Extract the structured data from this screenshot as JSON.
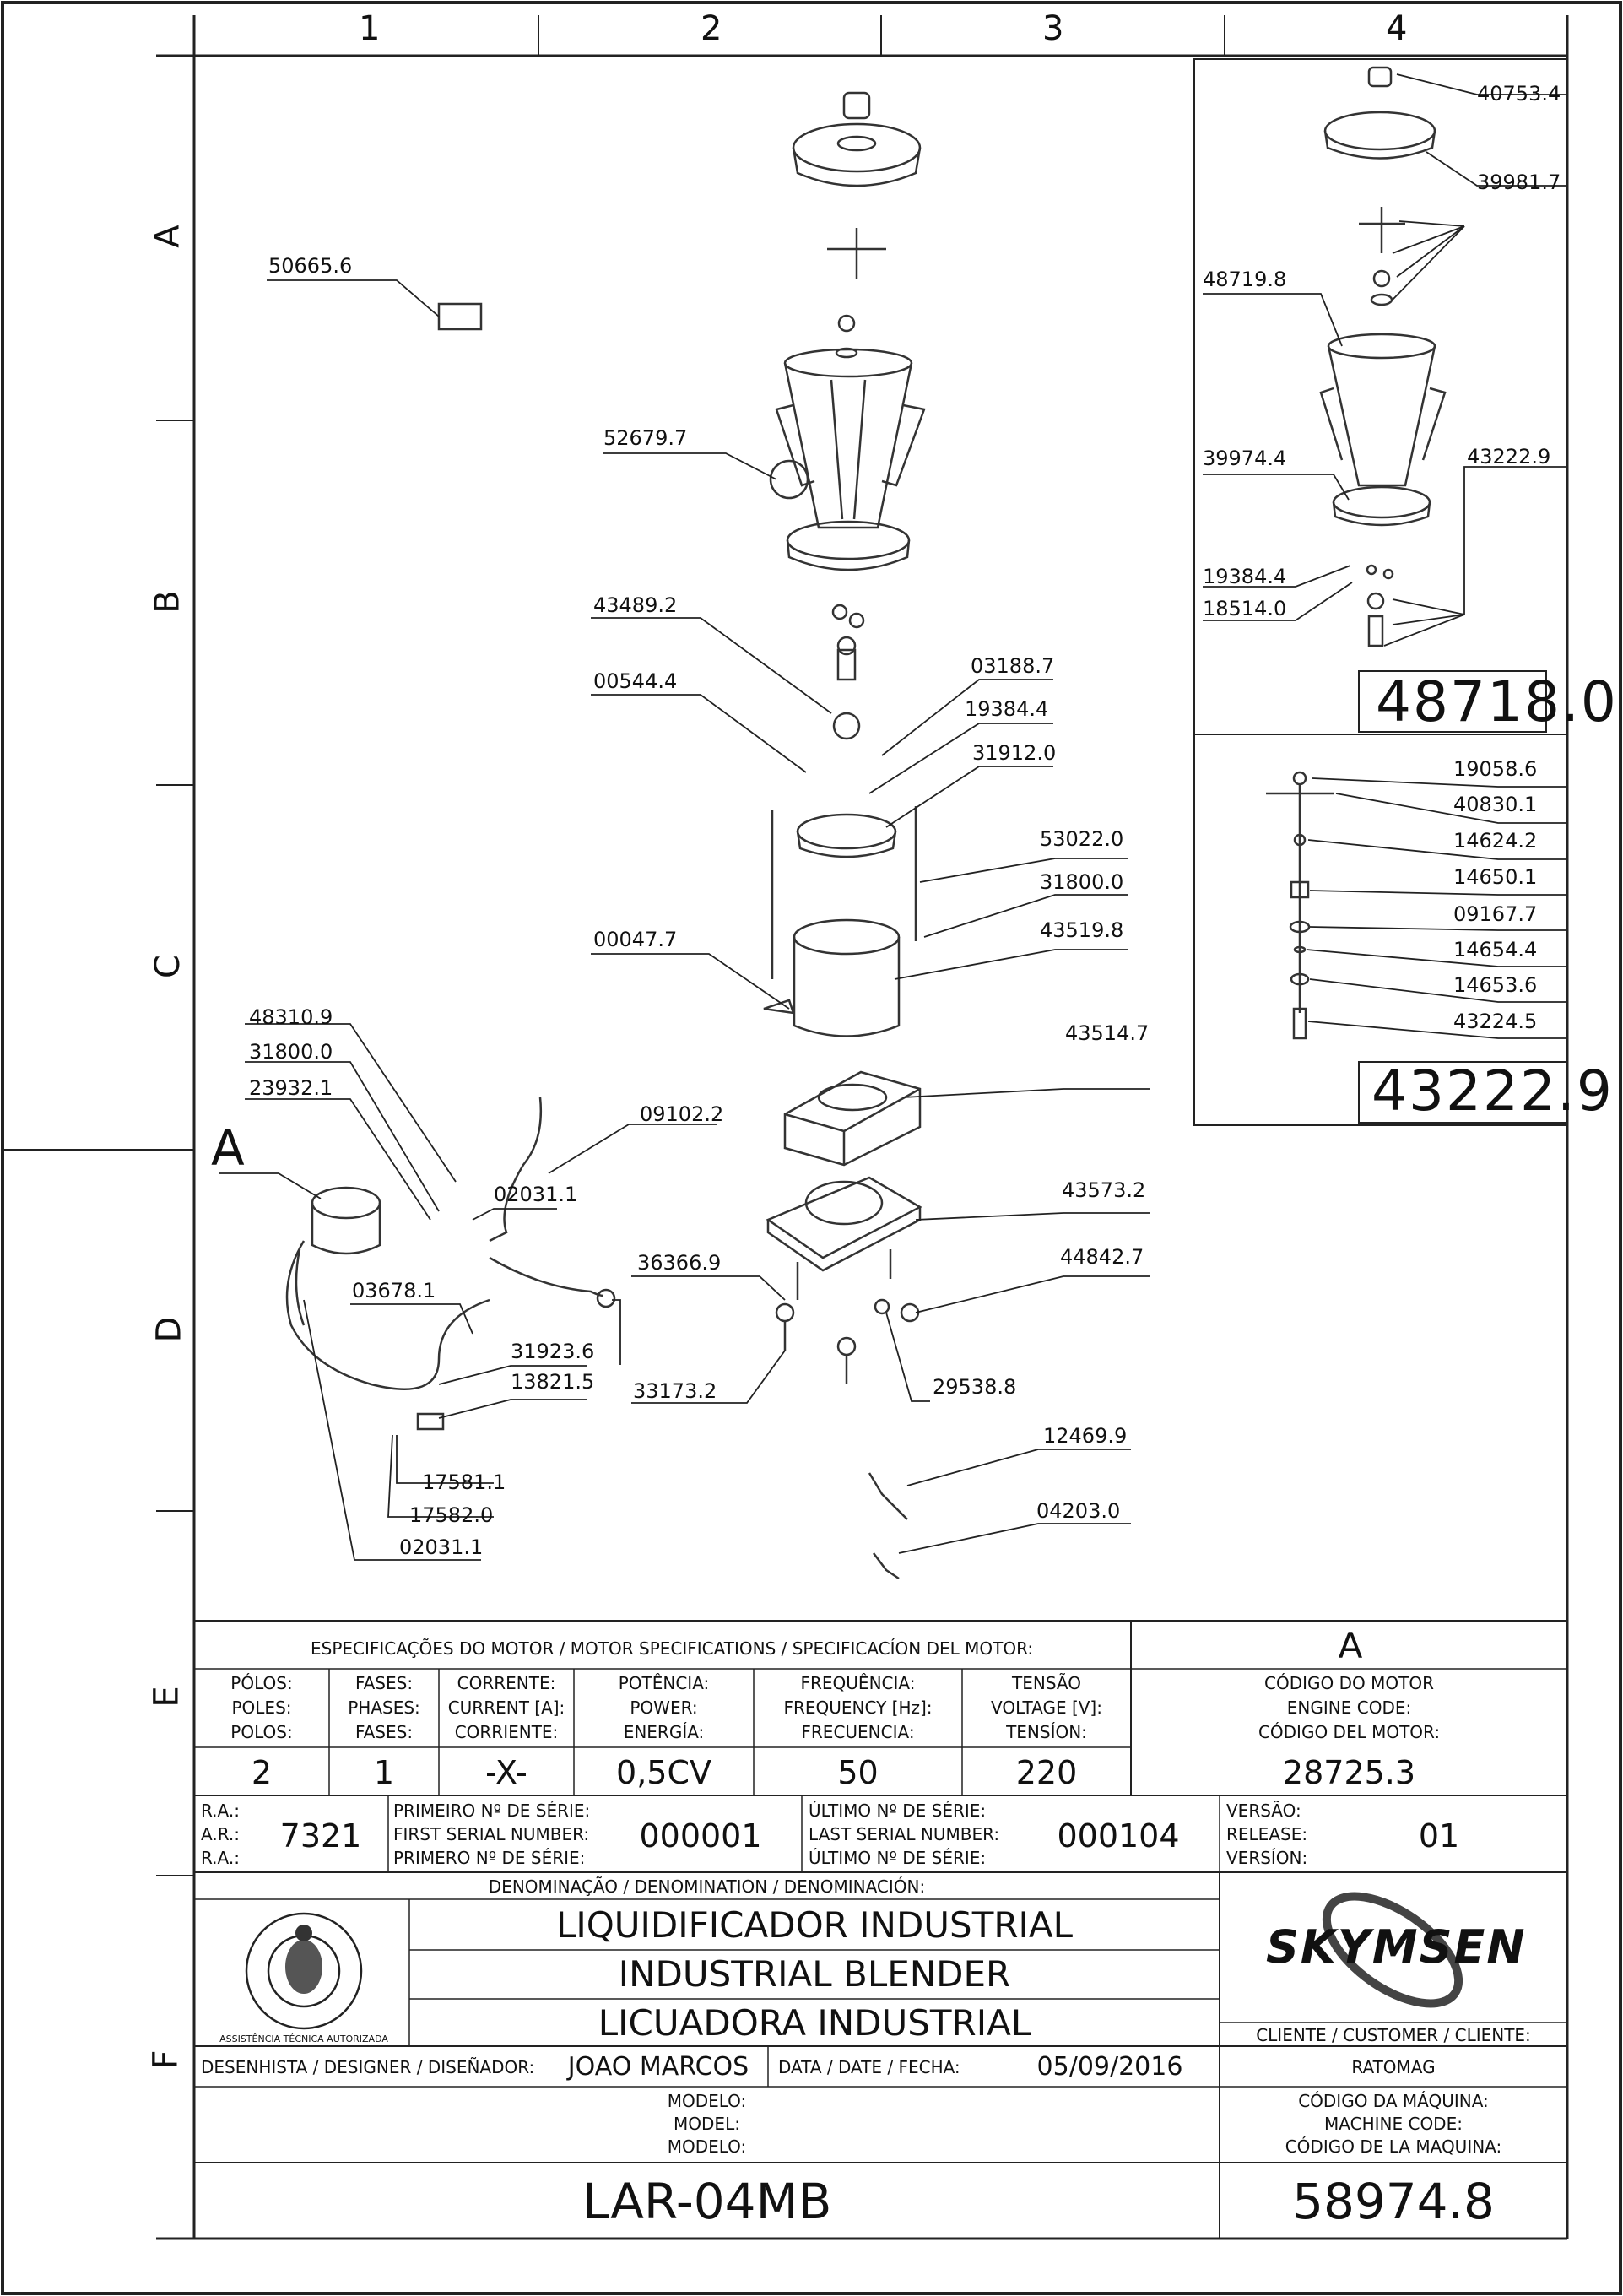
{
  "grid": {
    "columns": [
      "1",
      "2",
      "3",
      "4"
    ],
    "rows": [
      "A",
      "B",
      "C",
      "D",
      "E",
      "F"
    ]
  },
  "callouts": {
    "c40753_4": "40753.4",
    "c39981_7": "39981.7",
    "c48719_8": "48719.8",
    "c39974_4": "39974.4",
    "c43222_9a": "43222.9",
    "c19384_4a": "19384.4",
    "c18514_0": "18514.0",
    "c50665_6": "50665.6",
    "c52679_7": "52679.7",
    "c43489_2": "43489.2",
    "c00544_4": "00544.4",
    "c03188_7": "03188.7",
    "c19384_4b": "19384.4",
    "c31912_0": "31912.0",
    "c53022_0": "53022.0",
    "c31800_0a": "31800.0",
    "c43519_8": "43519.8",
    "c00047_7": "00047.7",
    "c43514_7": "43514.7",
    "c48310_9": "48310.9",
    "c31800_0b": "31800.0",
    "c23932_1": "23932.1",
    "c09102_2": "09102.2",
    "c02031_1a": "02031.1",
    "c43573_2": "43573.2",
    "c36366_9": "36366.9",
    "c44842_7": "44842.7",
    "c03678_1": "03678.1",
    "c31923_6": "31923.6",
    "c13821_5": "13821.5",
    "c33173_2": "33173.2",
    "c29538_8": "29538.8",
    "c12469_9": "12469.9",
    "c04203_0": "04203.0",
    "c17581_1": "17581.1",
    "c17582_0": "17582.0",
    "c02031_1b": "02031.1",
    "c19058_6": "19058.6",
    "c40830_1": "40830.1",
    "c14624_2": "14624.2",
    "c14650_1": "14650.1",
    "c09167_7": "09167.7",
    "c14654_4": "14654.4",
    "c14653_6": "14653.6",
    "c43224_5": "43224.5",
    "detail_a": "A"
  },
  "assemblies": {
    "cup_assembly": "48718.0",
    "blade_assembly": "43222.9"
  },
  "motor_specs": {
    "title": "ESPECIFICAÇÕES DO MOTOR / MOTOR SPECIFICATIONS / SPECIFICACÍON DEL MOTOR:",
    "detail_ref": "A",
    "columns": [
      {
        "h1": "PÓLOS:",
        "h2": "POLES:",
        "h3": "POLOS:",
        "value": "2"
      },
      {
        "h1": "FASES:",
        "h2": "PHASES:",
        "h3": "FASES:",
        "value": "1"
      },
      {
        "h1": "CORRENTE:",
        "h2": "CURRENT [A]:",
        "h3": "CORRIENTE:",
        "value": "-X-"
      },
      {
        "h1": "POTÊNCIA:",
        "h2": "POWER:",
        "h3": "ENERGÍA:",
        "value": "0,5CV"
      },
      {
        "h1": "FREQUÊNCIA:",
        "h2": "FREQUENCY [Hz]:",
        "h3": "FRECUENCIA:",
        "value": "50"
      },
      {
        "h1": "TENSÃO",
        "h2": "VOLTAGE [V]:",
        "h3": "TENSÍON:",
        "value": "220"
      },
      {
        "h1": "CÓDIGO DO MOTOR",
        "h2": "ENGINE CODE:",
        "h3": "CÓDIGO DEL MOTOR:",
        "value": "28725.3"
      }
    ]
  },
  "serials": {
    "ra1": "R.A.:",
    "ar": "A.R.:",
    "ra2": "R.A.:",
    "ra_value": "7321",
    "first_pt": "PRIMEIRO Nº DE SÉRIE:",
    "first_en": "FIRST SERIAL NUMBER:",
    "first_es": "PRIMERO Nº DE SÉRIE:",
    "first_value": "000001",
    "last_pt": "ÚLTIMO Nº DE SÉRIE:",
    "last_en": "LAST SERIAL NUMBER:",
    "last_es": "ÚLTIMO Nº DE SÉRIE:",
    "last_value": "000104",
    "ver_pt": "VERSÃO:",
    "ver_en": "RELEASE:",
    "ver_es": "VERSÍON:",
    "ver_value": "01"
  },
  "denomination": {
    "header": "DENOMINAÇÃO / DENOMINATION / DENOMINACIÓN:",
    "pt": "LIQUIDIFICADOR INDUSTRIAL",
    "en": "INDUSTRIAL BLENDER",
    "es": "LICUADORA INDUSTRIAL"
  },
  "brand": {
    "name": "SKYMSEN",
    "seal_text": "ASSISTÊNCIA TÉCNICA AUTORIZADA"
  },
  "customer": {
    "label": "CLIENTE / CUSTOMER / CLIENTE:",
    "value": "RATOMAG"
  },
  "designer": {
    "label": "DESENHISTA / DESIGNER / DISEÑADOR:",
    "value": "JOAO MARCOS",
    "date_label": "DATA / DATE / FECHA:",
    "date_value": "05/09/2016"
  },
  "model": {
    "l1": "MODELO:",
    "l2": "MODEL:",
    "l3": "MODELO:",
    "value": "LAR-04MB"
  },
  "machine_code": {
    "l1": "CÓDIGO DA MÁQUINA:",
    "l2": "MACHINE CODE:",
    "l3": "CÓDIGO DE LA MAQUINA:",
    "value": "58974.8"
  }
}
